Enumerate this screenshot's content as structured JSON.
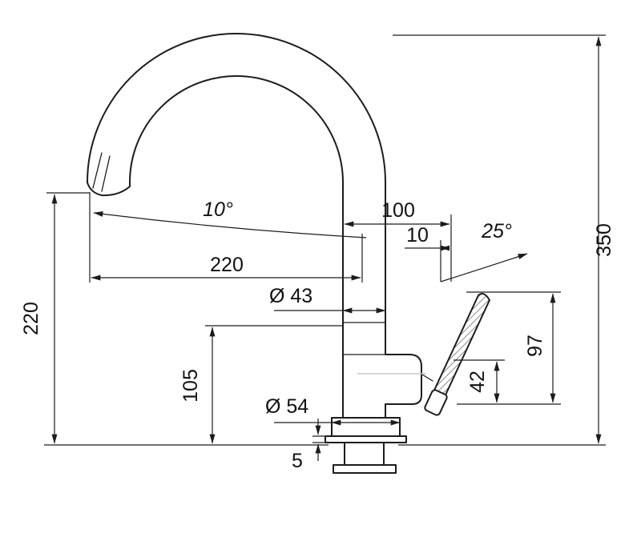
{
  "labels": {
    "spout_angle": "10°",
    "horizontal_reach": "220",
    "spout_to_handle": "100",
    "handle_offset": "10",
    "handle_angle": "25°",
    "total_height": "350",
    "spout_height": "220",
    "spout_diameter": "Ø 43",
    "handle_top_height": "97",
    "handle_length": "42",
    "body_height": "105",
    "base_diameter": "Ø 54",
    "flange_thickness": "5"
  }
}
